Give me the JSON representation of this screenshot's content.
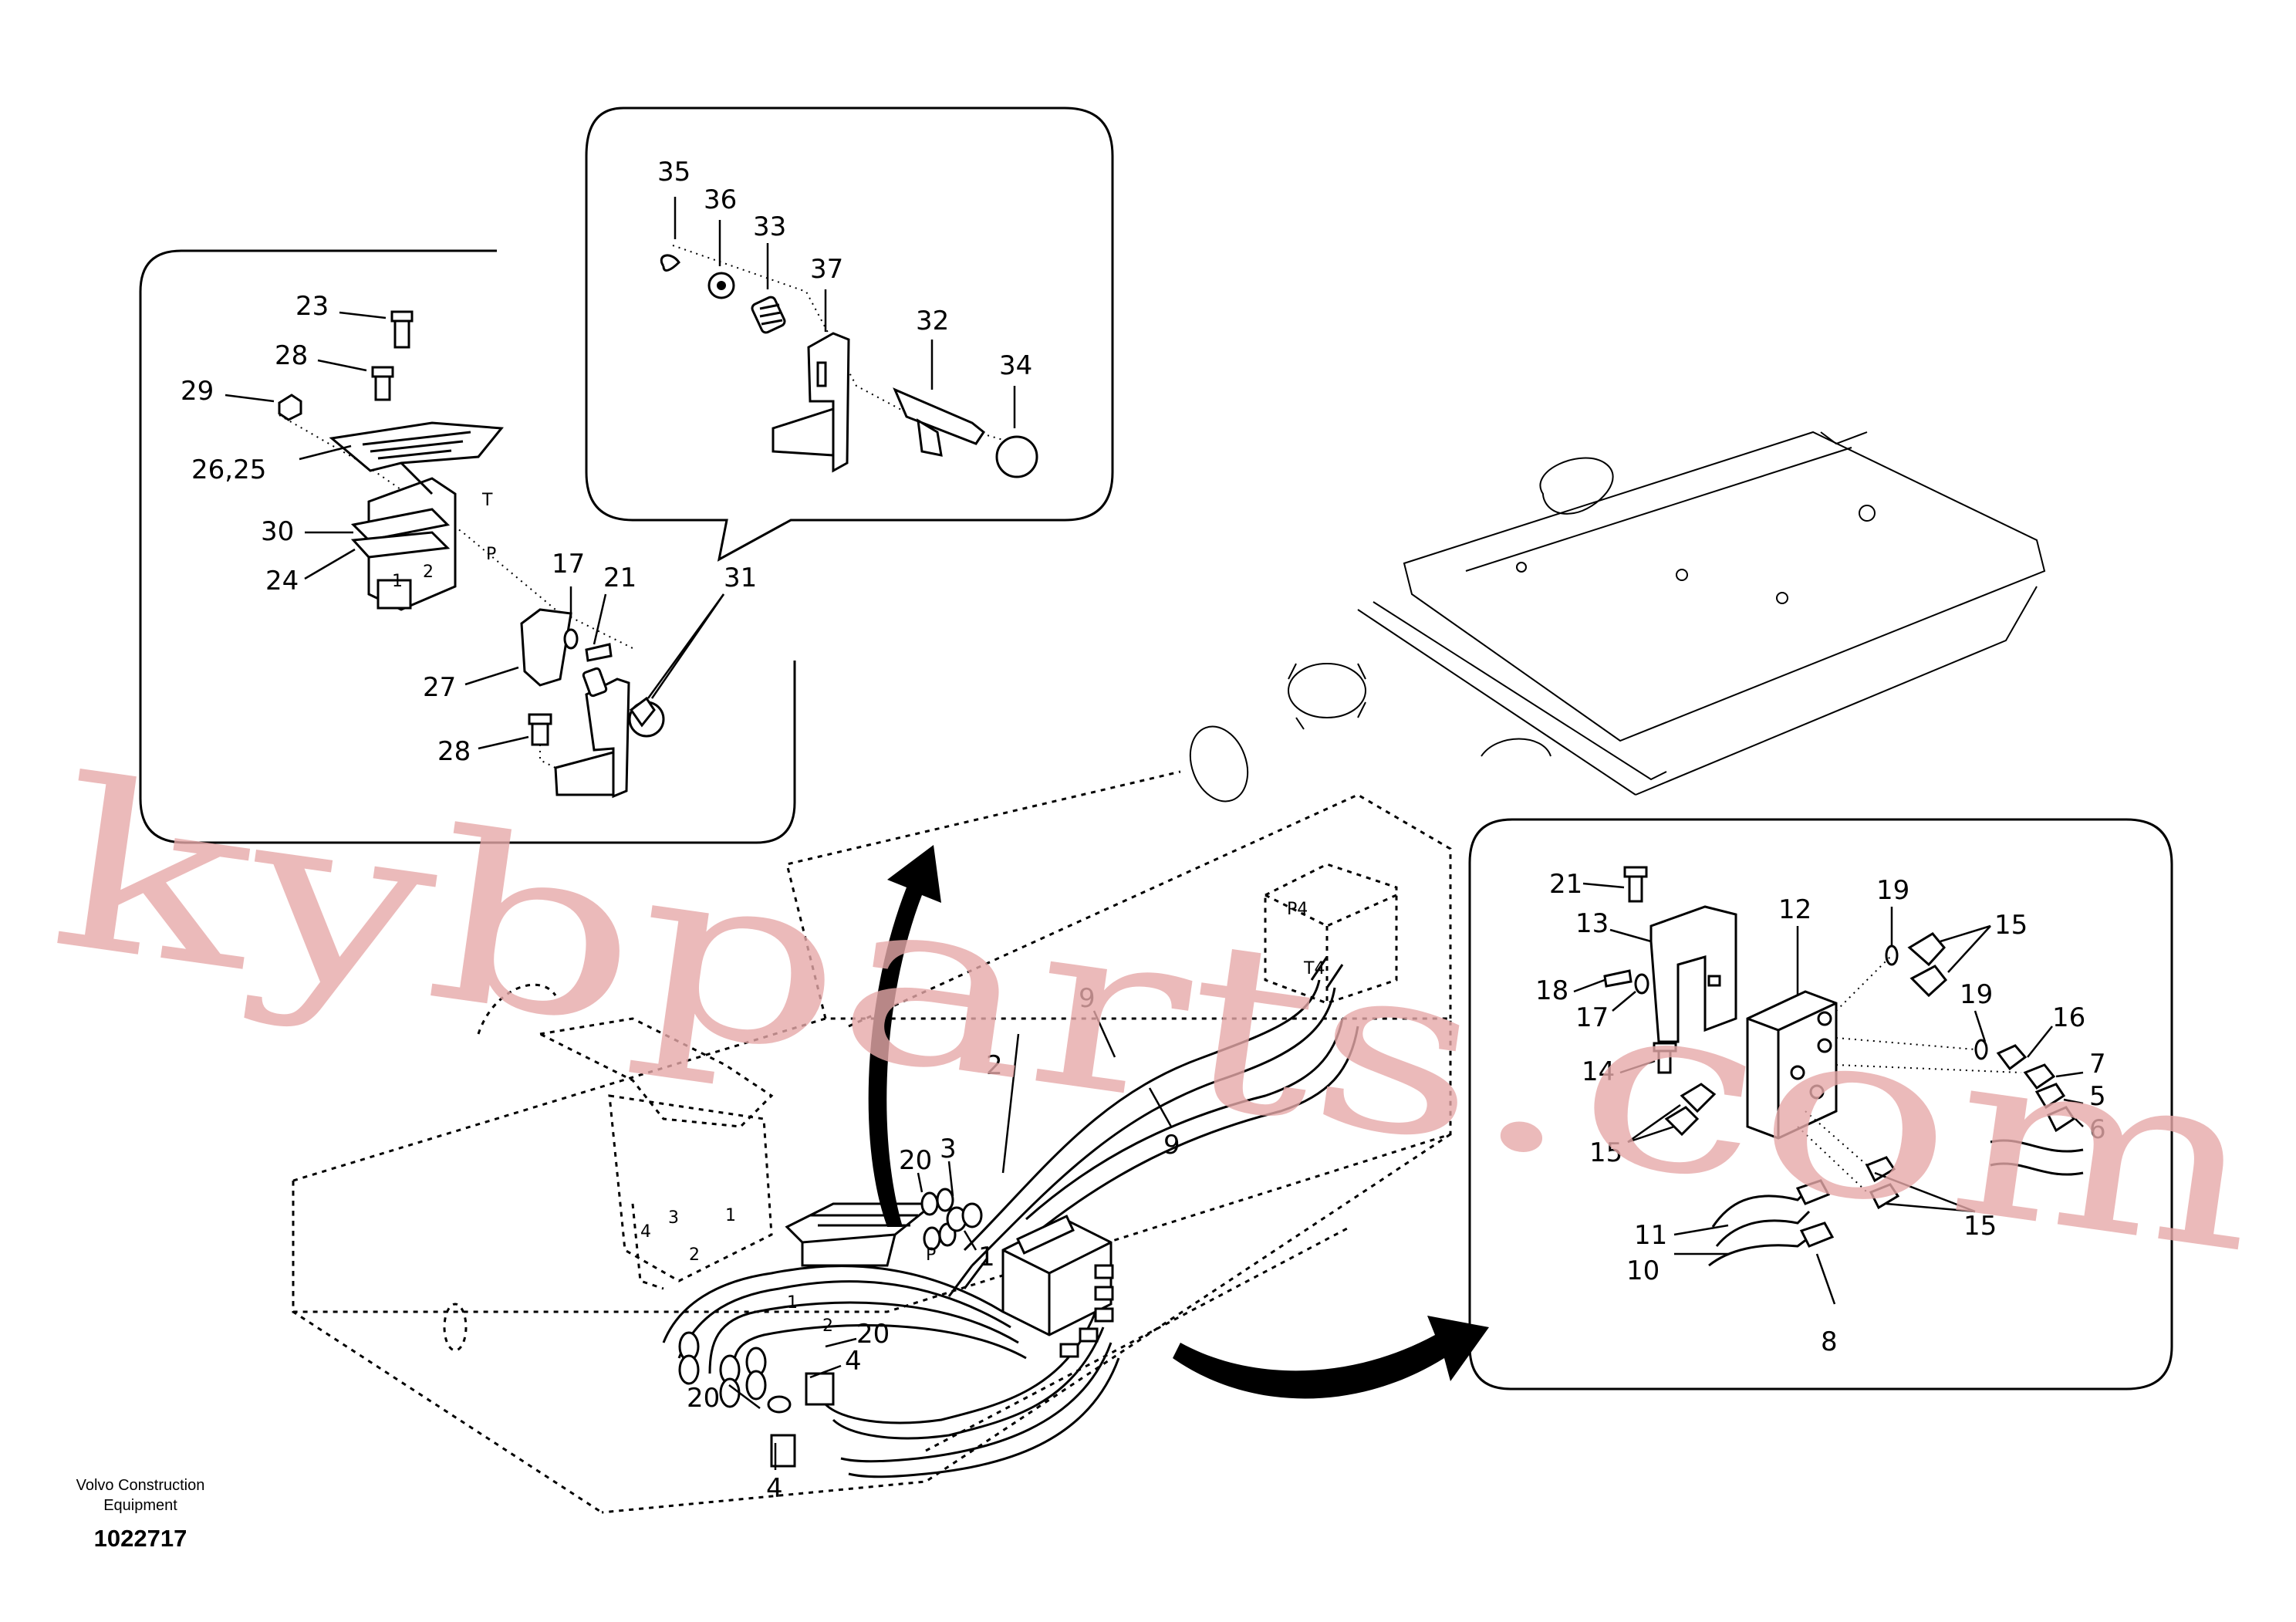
{
  "watermark": "kybparts.com",
  "brand": "Volvo Construction\nEquipment",
  "doc_number": "1022717",
  "callouts": {
    "c35": "35",
    "c36": "36",
    "c33": "33",
    "c37": "37",
    "c32": "32",
    "c34": "34",
    "c23": "23",
    "c28a": "28",
    "c29": "29",
    "c2625": "26,25",
    "c30": "30",
    "c24": "24",
    "c17a": "17",
    "c21a": "21",
    "c31": "31",
    "c27": "27",
    "c28b": "28",
    "c9a": "9",
    "c9b": "9",
    "c2a": "2",
    "c20a": "20",
    "c3a": "3",
    "c1a": "1",
    "c20b": "20",
    "c4a": "4",
    "c20c": "20",
    "c4b": "4",
    "c21b": "21",
    "c13": "13",
    "c12": "12",
    "c19a": "19",
    "c15a": "15",
    "c18": "18",
    "c17b": "17",
    "c19b": "19",
    "c16": "16",
    "c14": "14",
    "c7": "7",
    "c5": "5",
    "c6": "6",
    "c15b": "15",
    "c15c": "15",
    "c11": "11",
    "c10": "10",
    "c8": "8"
  },
  "port_marks": {
    "t": "T",
    "p": "P",
    "one": "1",
    "two": "2",
    "p4": "P4",
    "t4": "T4",
    "m4": "4",
    "m3": "3",
    "m2": "2",
    "m1": "1",
    "m2b": "2",
    "m1b": "1",
    "mt": "T",
    "mp": "P"
  }
}
